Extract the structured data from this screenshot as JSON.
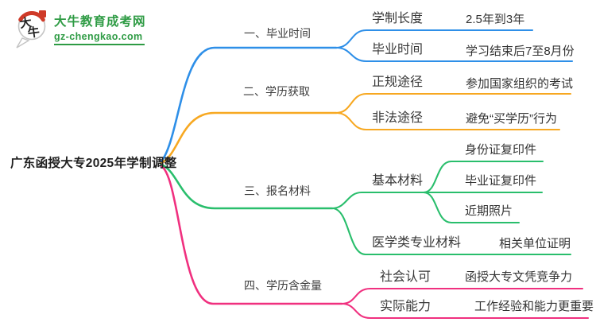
{
  "colors": {
    "blue": "#2E8FE8",
    "orange": "#F7A821",
    "green": "#29BE6C",
    "pink": "#F0307F",
    "logo_green": "#2E9B44",
    "logo_red": "#CF3A28",
    "text_dark": "#333333"
  },
  "logo": {
    "icon_chars": [
      "大",
      "牛"
    ],
    "site_name": "大牛教育成考网",
    "site_url": "gz-chengkao.com"
  },
  "root": {
    "label": "广东函授大专2025年学制调整"
  },
  "branches": [
    {
      "label": "一、毕业时间",
      "children": [
        {
          "label": "学制长度",
          "leaf": "2.5年到3年"
        },
        {
          "label": "毕业时间",
          "leaf": "学习结束后7至8月份"
        }
      ]
    },
    {
      "label": "二、学历获取",
      "children": [
        {
          "label": "正规途径",
          "leaf": "参加国家组织的考试"
        },
        {
          "label": "非法途径",
          "leaf": "避免“买学历”行为"
        }
      ]
    },
    {
      "label": "三、报名材料",
      "children": [
        {
          "label": "基本材料",
          "leaves": [
            "身份证复印件",
            "毕业证复印件",
            "近期照片"
          ]
        },
        {
          "label": "医学类专业材料",
          "leaf": "相关单位证明"
        }
      ]
    },
    {
      "label": "四、学历含金量",
      "children": [
        {
          "label": "社会认可",
          "leaf": "函授大专文凭竞争力"
        },
        {
          "label": "实际能力",
          "leaf": "工作经验和能力更重要"
        }
      ]
    }
  ]
}
